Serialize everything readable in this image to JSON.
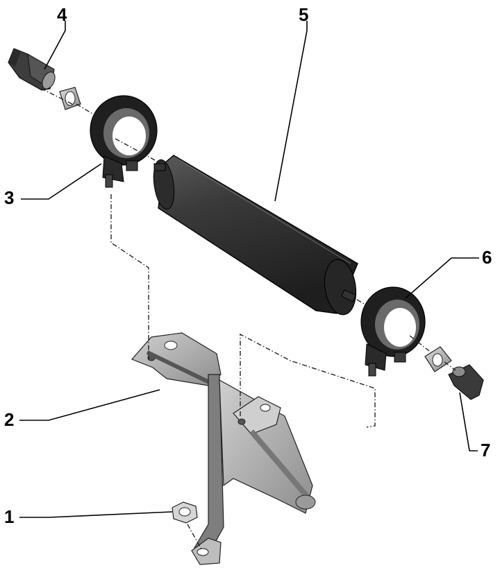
{
  "callouts": {
    "c1": "1",
    "c2": "2",
    "c3": "3",
    "c4": "4",
    "c5": "5",
    "c6": "6",
    "c7": "7"
  },
  "colors": {
    "part_dark": "#2b2b2b",
    "part_mid": "#555555",
    "part_light": "#b9b9b9",
    "bracket": "#9a9a9a",
    "line": "#000000"
  }
}
